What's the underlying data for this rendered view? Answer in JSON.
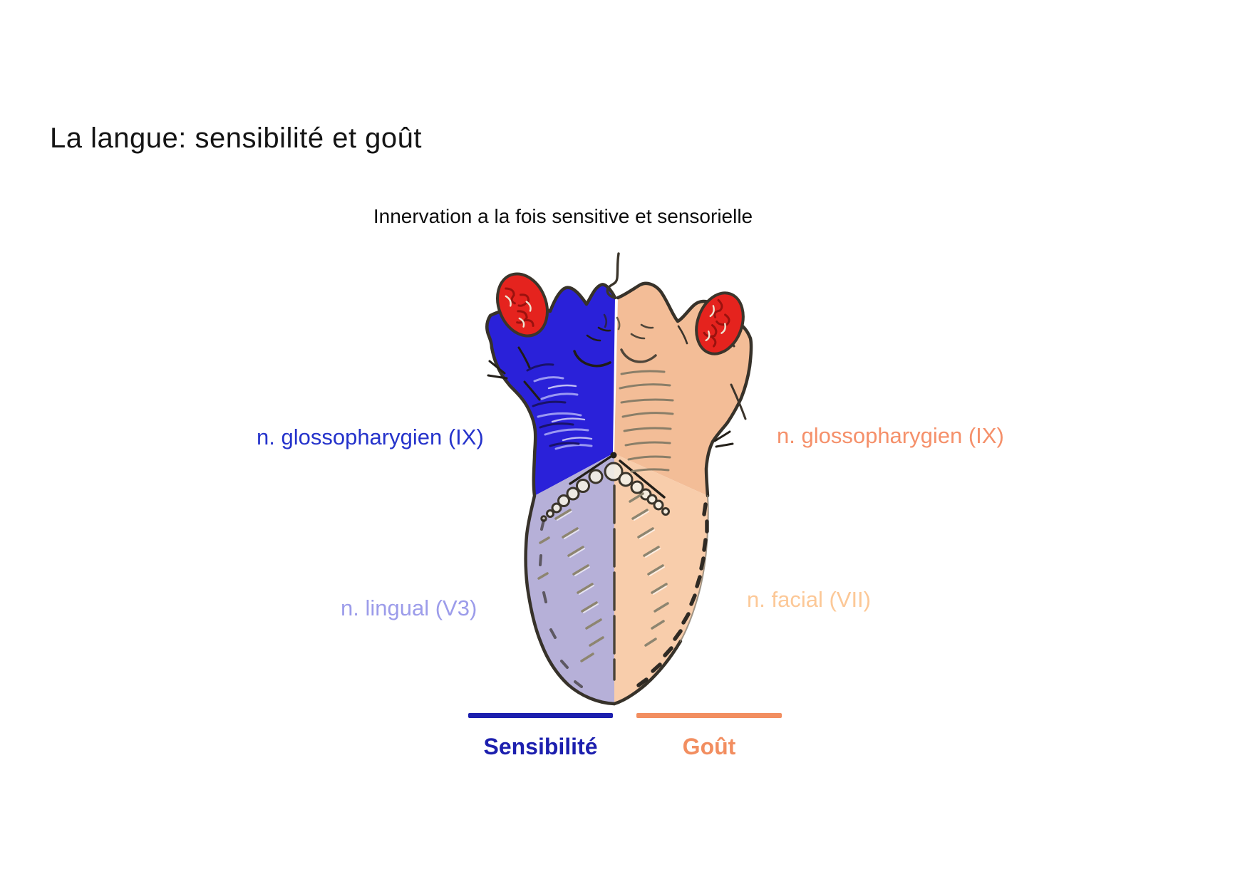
{
  "slide": {
    "title": "La langue: sensibilité et goût",
    "subtitle": "Innervation a la fois sensitive et sensorielle"
  },
  "annotations": {
    "posterior_left": "n. glossopharygien (IX)",
    "posterior_right": "n. glossopharygien (IX)",
    "anterior_left": "n. lingual (V3)",
    "anterior_right": "n. facial (VII)"
  },
  "legend": {
    "sensibility_label": "Sensibilité",
    "taste_label": "Goût"
  },
  "colors": {
    "title_text": "#141414",
    "subtitle_text": "#0d0d0d",
    "posterior_left_region": "#2a21d9",
    "posterior_right_region": "#f3bd97",
    "anterior_left_region": "#b6b0d8",
    "anterior_right_region": "#f8cdab",
    "tonsil": "#e5231e",
    "posterior_left_label": "#2533cb",
    "posterior_right_label": "#f5906a",
    "anterior_left_label": "#9c9cea",
    "anterior_right_label": "#fcc897",
    "legend_sensibility": "#1c1fae",
    "legend_taste": "#f28e60"
  }
}
